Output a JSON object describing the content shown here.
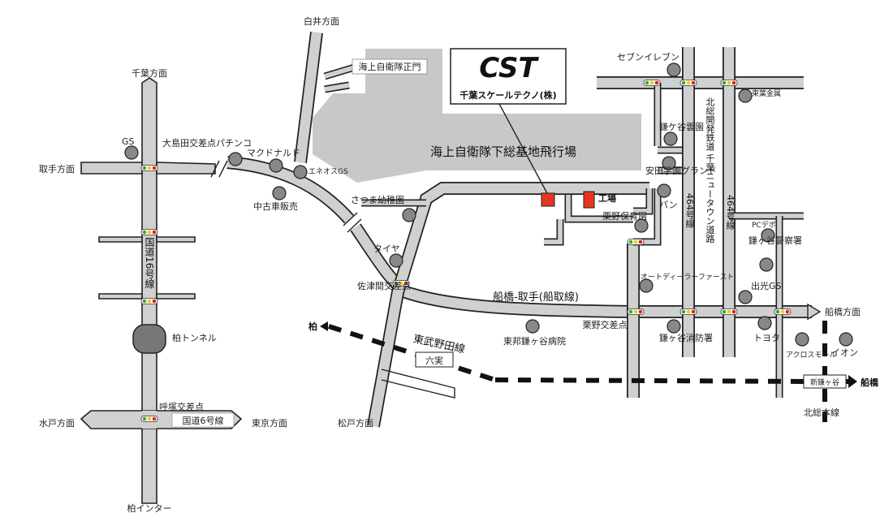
{
  "company": {
    "logo_text": "CST",
    "name": "千葉スケールテクノ(株)"
  },
  "areas": {
    "airbase": "海上自衛隊下総基地飛行場",
    "airbase_gate": "海上自衛隊正門"
  },
  "directions": {
    "shiroi": "白井方面",
    "chiba": "千葉方面",
    "toride": "取手方面",
    "mito": "水戸方面",
    "tokyo": "東京方面",
    "kashiwa_ic": "柏インター",
    "matsudo": "松戸方面",
    "funabashi_dir": "船橋方面",
    "kashiwa_arrow": "柏",
    "funabashi_arrow": "船橋"
  },
  "roads": {
    "route16": "国道16号線",
    "route6": "国道6号線",
    "funatori": "船橋-取手(船取線)",
    "route464_left": "464号線",
    "route464_right": "464号線",
    "hokuso_line": "北総開発鉄道 千葉ニュータウン道路",
    "kashiwa_tunnel": "柏トンネル",
    "tobu": "東武野田線",
    "hokuso_honsen": "北総本線"
  },
  "intersections": {
    "oshimada": "大島田交差点",
    "satsuma": "佐津間交差点",
    "kurino": "栗野交差点",
    "yobitsuka": "呼塚交差点"
  },
  "stations": {
    "mutsumi": "六実",
    "shinkamagaya": "新鎌ヶ谷"
  },
  "landmarks": {
    "gs_left": "GS",
    "pachinko": "パチンコ",
    "mcdonalds": "マクドナルド",
    "eneos": "エネオスGS",
    "used_cars": "中古車販売",
    "satsuma_kinder": "さつま幼稚園",
    "tire": "タイヤ",
    "toho_hospital": "東邦鎌ヶ谷病院",
    "seven": "セブンイレブン",
    "kamagaya_school": "鎌ケ谷雲園",
    "yasuda_ground": "安田学園グランド",
    "pan": "パン",
    "factory": "工場",
    "kurino_nursery": "栗野保育園",
    "outdoor_first": "オートディーラーファースト",
    "fire_station": "鎌ヶ谷消防署",
    "tokyo_zokin": "東葉金属",
    "pc_depot": "PCデポ",
    "police": "鎌ヶ谷警察署",
    "idemitsu": "出光GS",
    "toyota": "トヨタ",
    "across_mall": "アクロスモール",
    "aeon": "イオン"
  }
}
